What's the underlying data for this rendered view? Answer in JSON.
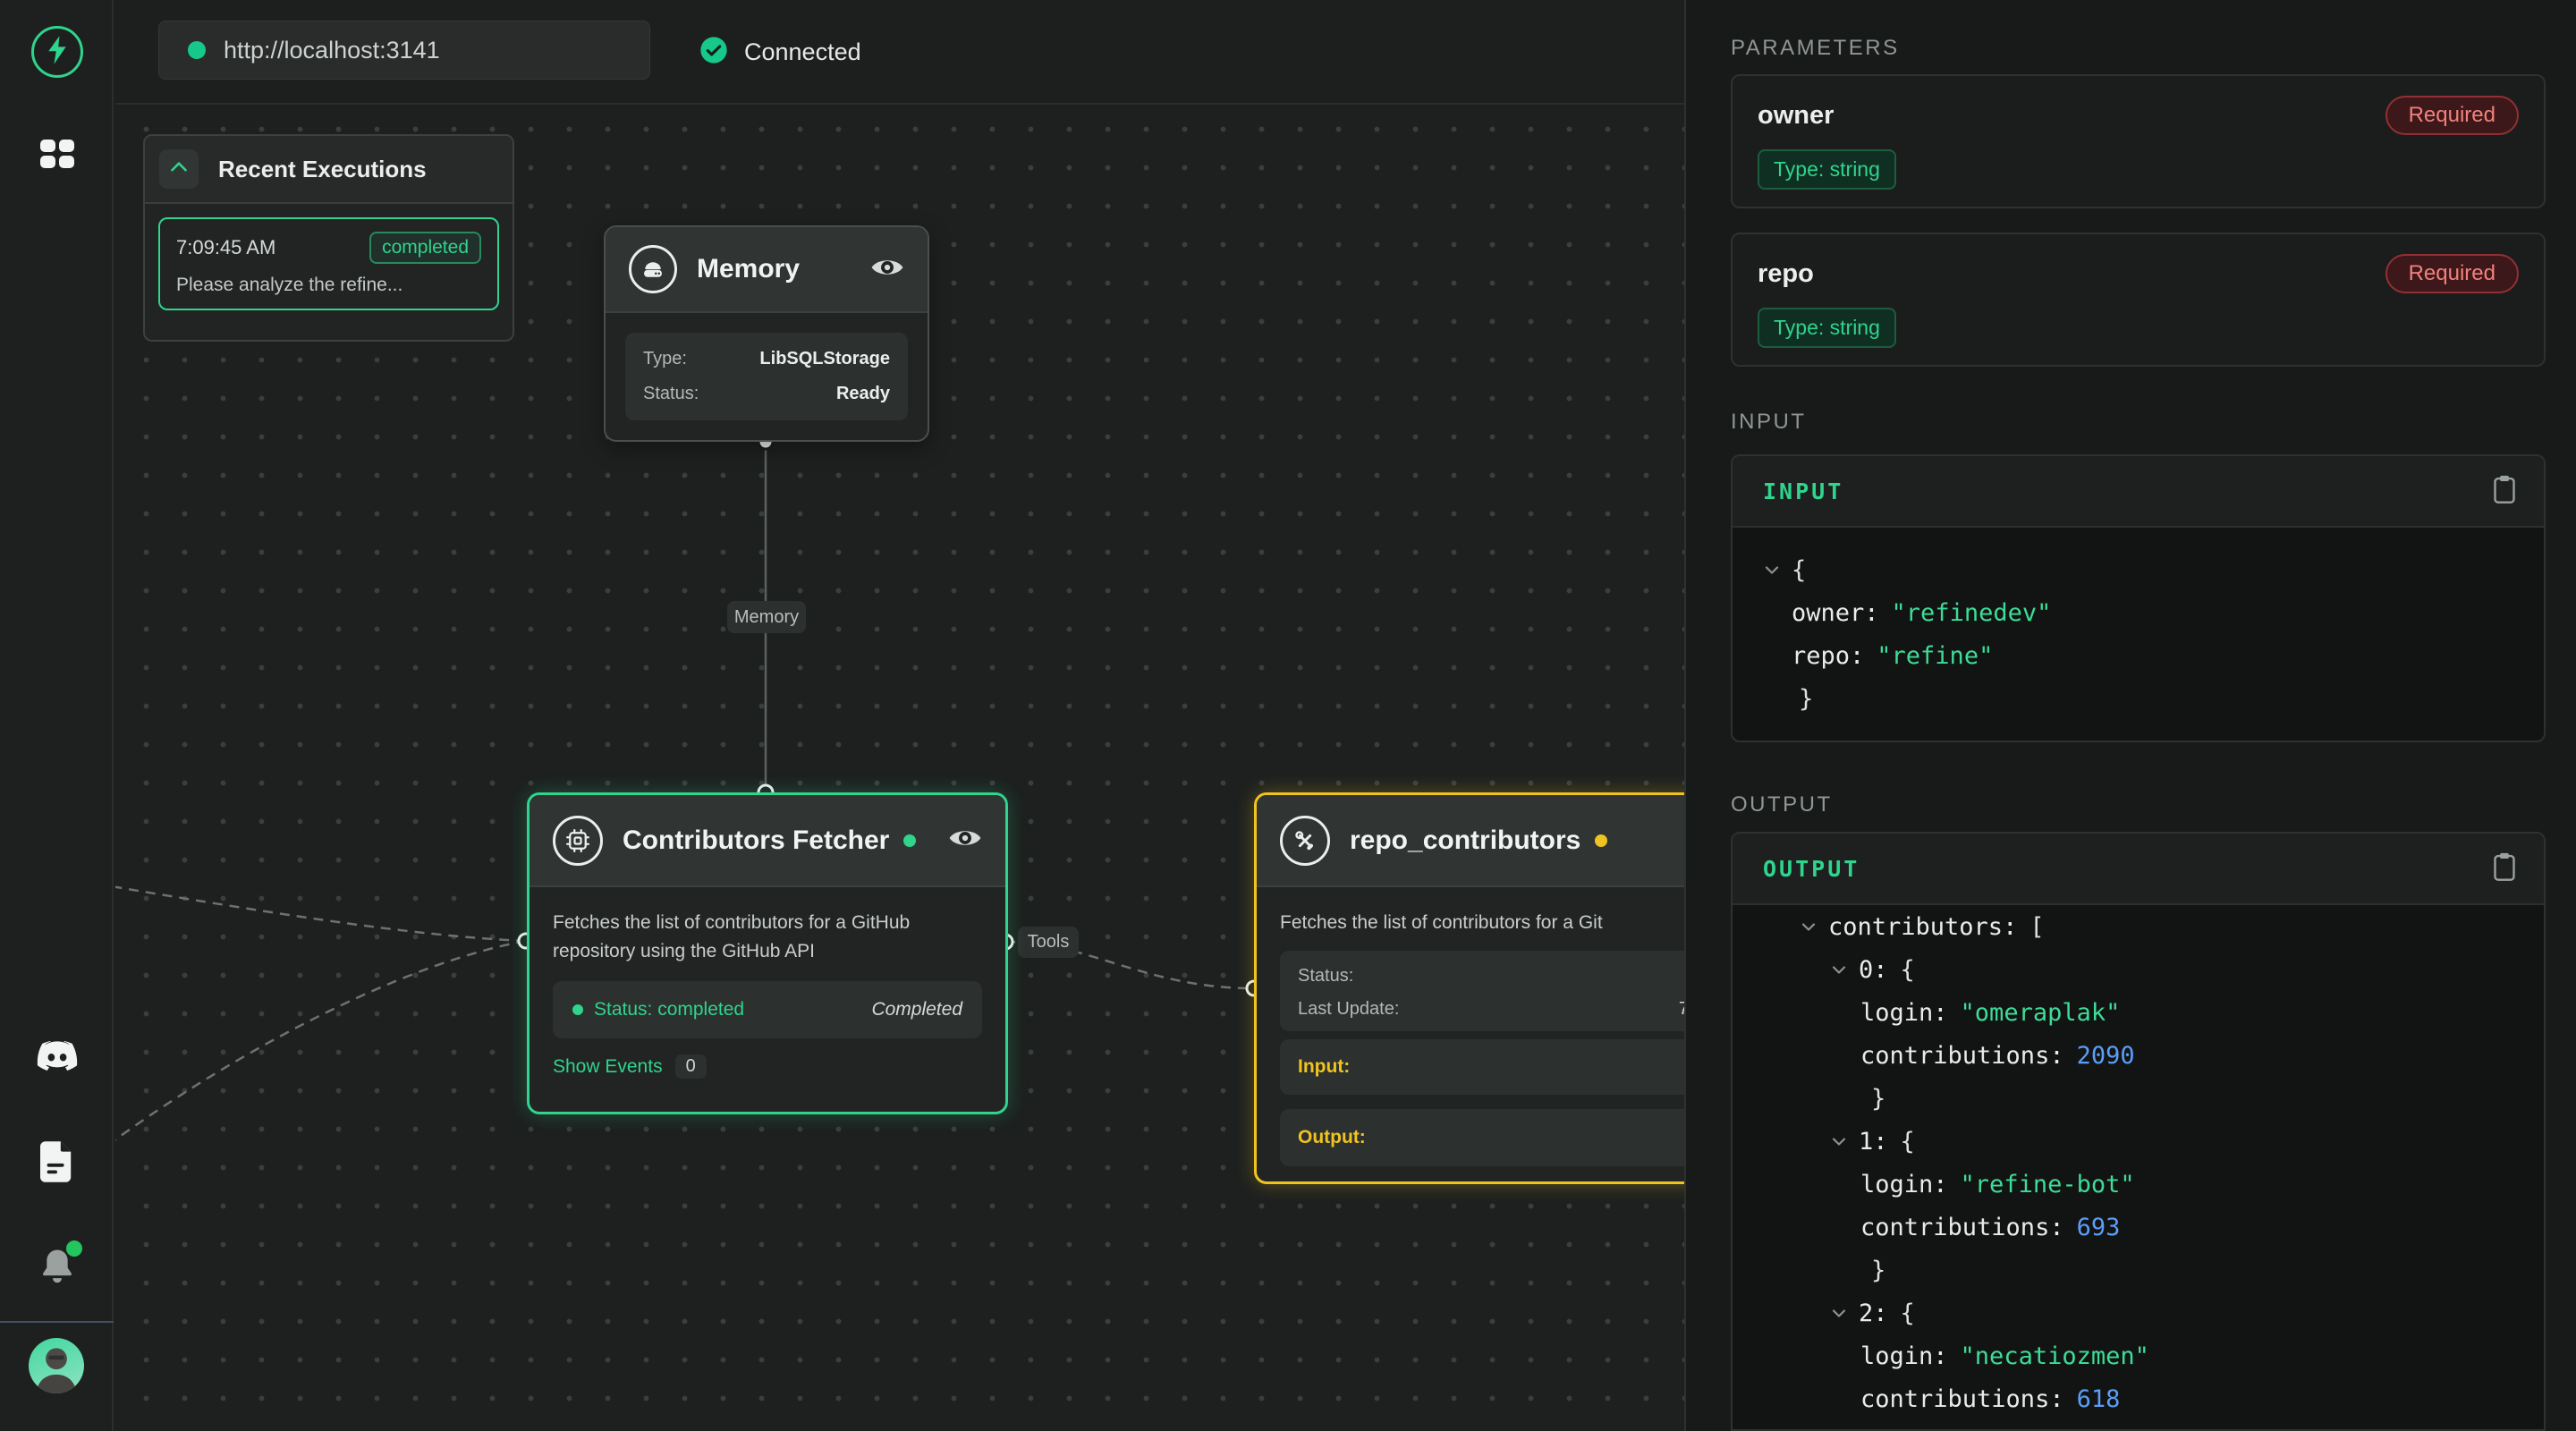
{
  "topbar": {
    "url": "http://localhost:3141",
    "status": "Connected"
  },
  "executions": {
    "title": "Recent Executions",
    "items": [
      {
        "time": "7:09:45 AM",
        "badge": "completed",
        "message": "Please analyze the refine..."
      }
    ]
  },
  "nodes": {
    "memory": {
      "title": "Memory",
      "rows": [
        {
          "label": "Type:",
          "value": "LibSQLStorage"
        },
        {
          "label": "Status:",
          "value": "Ready"
        }
      ]
    },
    "fetcher": {
      "title": "Contributors Fetcher",
      "description": "Fetches the list of contributors for a GitHub repository using the GitHub API",
      "status_text": "Status: completed",
      "status_right": "Completed",
      "show_events": "Show Events",
      "events_count": "0"
    },
    "tool": {
      "title": "repo_contributors",
      "description": "Fetches the list of contributors for a Git",
      "rows": [
        {
          "label": "Status:",
          "value": ""
        },
        {
          "label": "Last Update:",
          "value": "7"
        }
      ],
      "input_label": "Input:",
      "output_label": "Output:"
    }
  },
  "edges": {
    "memory_label": "Memory",
    "tools_label": "Tools"
  },
  "panel": {
    "parameters_heading": "PARAMETERS",
    "params": [
      {
        "name": "owner",
        "required": "Required",
        "type": "Type: string"
      },
      {
        "name": "repo",
        "required": "Required",
        "type": "Type: string"
      }
    ],
    "input_heading": "INPUT",
    "input_title": "INPUT",
    "input_rows": [
      {
        "punct": "{"
      },
      {
        "key": "owner:",
        "str": "\"refinedev\""
      },
      {
        "key": "repo:",
        "str": "\"refine\""
      },
      {
        "punct": "}"
      }
    ],
    "output_heading": "OUTPUT",
    "output_title": "OUTPUT",
    "output_rows": [
      {
        "key": "contributors:",
        "punct": "["
      },
      {
        "key": "0:",
        "punct": "{"
      },
      {
        "key": "login:",
        "str": "\"omeraplak\""
      },
      {
        "key": "contributions:",
        "num": "2090"
      },
      {
        "punct": "}"
      },
      {
        "key": "1:",
        "punct": "{"
      },
      {
        "key": "login:",
        "str": "\"refine-bot\""
      },
      {
        "key": "contributions:",
        "num": "693"
      },
      {
        "punct": "}"
      },
      {
        "key": "2:",
        "punct": "{"
      },
      {
        "key": "login:",
        "str": "\"necatiozmen\""
      },
      {
        "key": "contributions:",
        "num": "618"
      },
      {
        "punct": "}"
      }
    ]
  }
}
